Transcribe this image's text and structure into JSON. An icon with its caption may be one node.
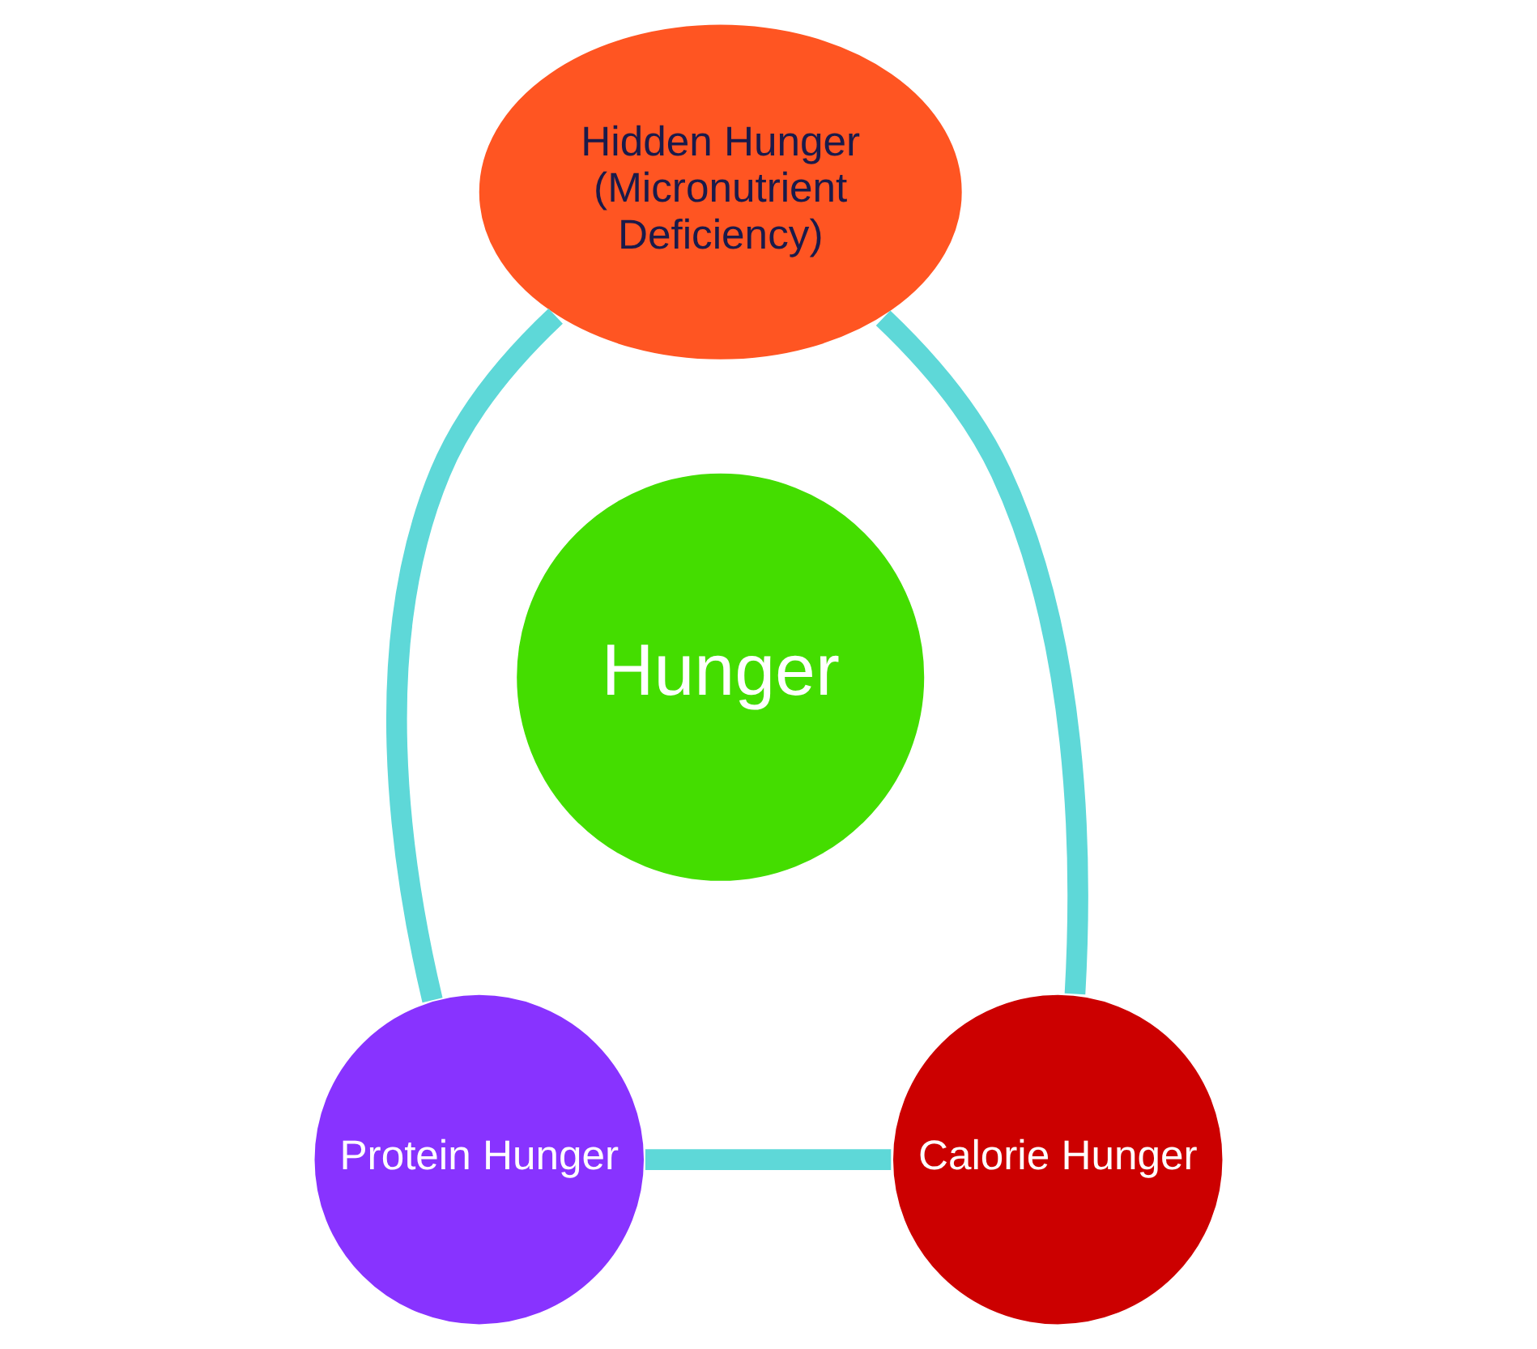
{
  "diagram": {
    "nodes": [
      {
        "text": [
          "Hidden Hunger (Micronutrient Deficiency)"
        ]
      },
      {
        "text": [
          "Hunger"
        ]
      },
      {
        "text": [
          "Protein Hunger"
        ]
      },
      {
        "text": [
          "Calorie Hunger"
        ]
      }
    ],
    "edges": [
      {
        "from": 0,
        "to": 3,
        "arrow": "none"
      },
      {
        "from": 3,
        "to": 2,
        "arrow": "none"
      },
      {
        "from": 2,
        "to": 0,
        "arrow": "none"
      }
    ]
  }
}
